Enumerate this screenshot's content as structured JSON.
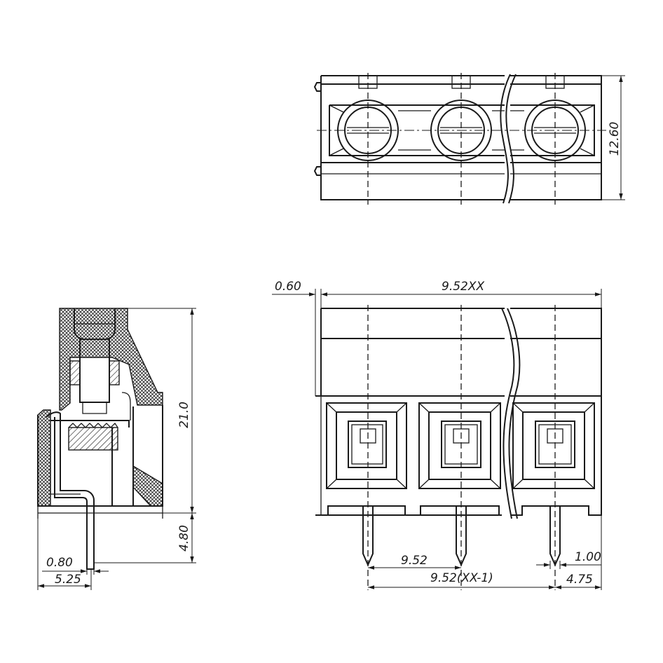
{
  "dimensions": {
    "top_height": "12.60",
    "body_gap": "0.60",
    "overall_width": "9.52XX",
    "side_height": "21.0",
    "pin_length": "4.80",
    "pin_thickness": "0.80",
    "pin_offset": "5.25",
    "pitch": "9.52",
    "pitch_total": "9.52(XX-1)",
    "pin_width": "1.00",
    "edge_offset": "4.75"
  },
  "colors": {
    "line": "#1a1a1a",
    "background": "#ffffff"
  }
}
